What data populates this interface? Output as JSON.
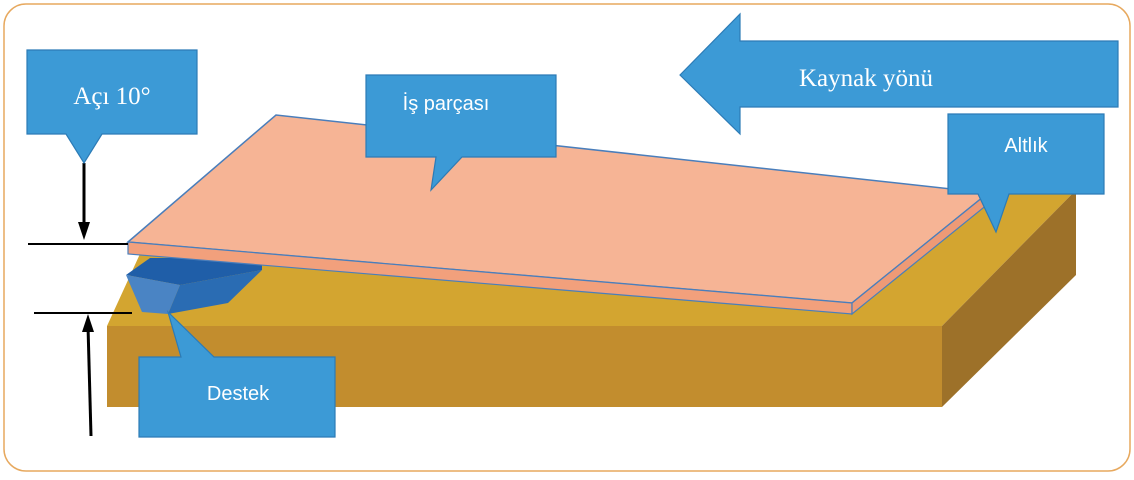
{
  "labels": {
    "angle": "Açı 10°",
    "workpiece": "İş parçası",
    "direction": "Kaynak yönü",
    "base": "Altlık",
    "support": "Destek"
  },
  "colors": {
    "frame": "#e7a95f",
    "base_top": "#d3a530",
    "base_front": "#c28d2e",
    "base_side": "#9d7129",
    "plate_top": "#f6b495",
    "plate_edge": "#f2a07c",
    "plate_outline": "#4a7ebb",
    "callout": "#3c9ad6",
    "callout_stroke": "#2c7bb6",
    "support_dark": "#1f5ea8",
    "support_light": "#4a84c4",
    "dimension_line": "#000000",
    "label_text": "#ffffff"
  }
}
